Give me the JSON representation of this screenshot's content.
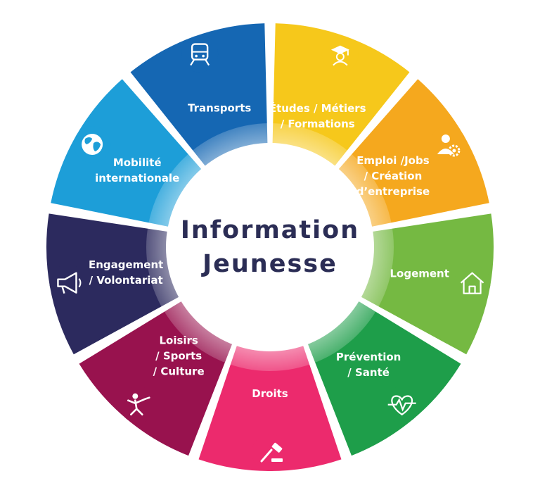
{
  "center": {
    "line1": "Information",
    "line2": "Jeunesse"
  },
  "segments": [
    {
      "id": "etudes",
      "lines": [
        "Études / Métiers",
        "/ Formations"
      ],
      "color": "#f6c81b",
      "icon": "graduate-icon"
    },
    {
      "id": "emploi",
      "lines": [
        "Emploi /Jobs",
        "/ Création",
        "d’entreprise"
      ],
      "color": "#f5a81e",
      "icon": "worker-gear-icon"
    },
    {
      "id": "logement",
      "lines": [
        "Logement"
      ],
      "color": "#75b942",
      "icon": "house-icon"
    },
    {
      "id": "prevention",
      "lines": [
        "Prévention",
        "/ Santé"
      ],
      "color": "#1e9e4a",
      "icon": "heart-pulse-icon"
    },
    {
      "id": "droits",
      "lines": [
        "Droits"
      ],
      "color": "#ec2a6d",
      "icon": "gavel-icon"
    },
    {
      "id": "loisirs",
      "lines": [
        "Loisirs",
        "/ Sports",
        "/ Culture"
      ],
      "color": "#98124e",
      "icon": "sport-player-icon"
    },
    {
      "id": "engagement",
      "lines": [
        "Engagement",
        "/ Volontariat"
      ],
      "color": "#2c2a5e",
      "icon": "megaphone-icon"
    },
    {
      "id": "mobilite",
      "lines": [
        "Mobilité",
        "internationale"
      ],
      "color": "#1d9ed8",
      "icon": "globe-icon"
    },
    {
      "id": "transports",
      "lines": [
        "Transports"
      ],
      "color": "#1567b3",
      "icon": "train-icon"
    }
  ]
}
